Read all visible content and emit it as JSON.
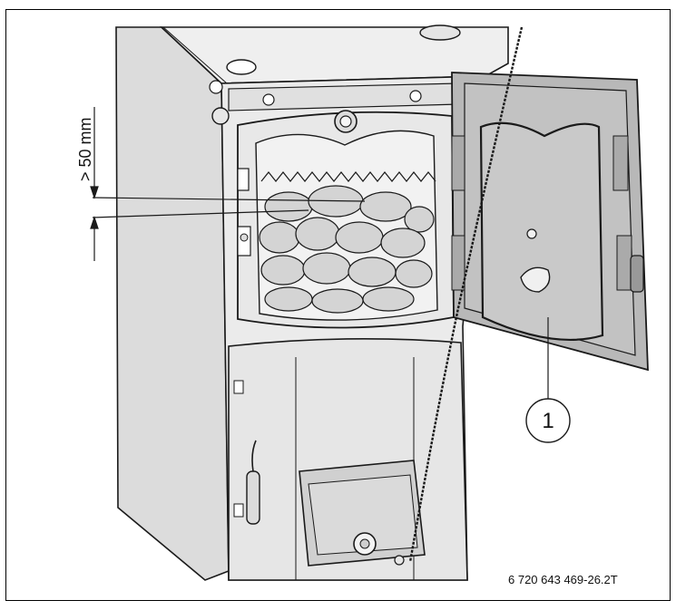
{
  "figure": {
    "dimension_label": "> 50 mm",
    "callout_number": "1",
    "reference_code": "6 720 643 469-26.2T"
  },
  "palette": {
    "outline": "#1a1a1a",
    "boiler_side": "#dcdcdc",
    "boiler_front": "#ebebeb",
    "door_outer": "#b8b8b8",
    "door_panel": "#c9c9c9",
    "logs": "#d4d4d4",
    "chamber": "#f2f2f2"
  },
  "icons": [
    "boiler-icon",
    "firebox-door-icon",
    "log-stack-icon",
    "ash-door-icon",
    "control-knob-icon"
  ]
}
